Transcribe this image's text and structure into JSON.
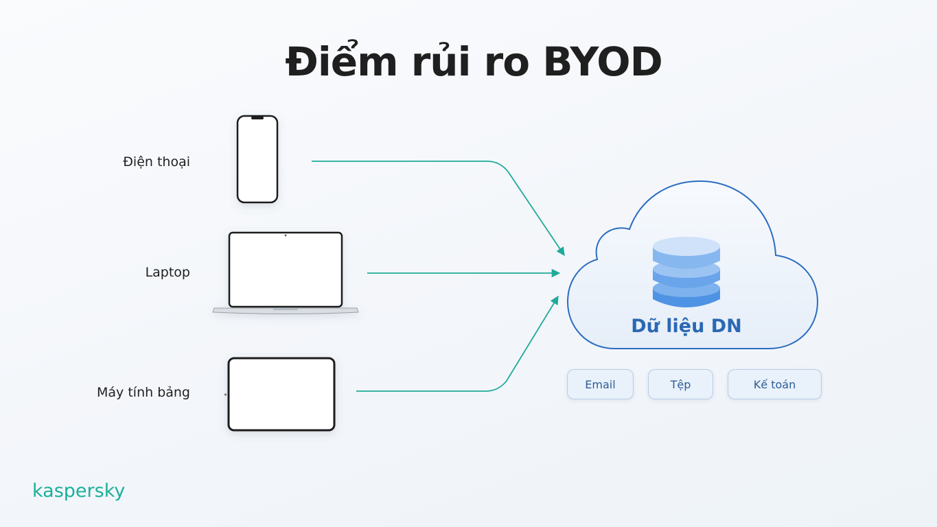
{
  "title": "Điểm rủi ro BYOD",
  "devices": [
    {
      "label": "Điện thoại",
      "icon": "smartphone-icon"
    },
    {
      "label": "Laptop",
      "icon": "laptop-icon"
    },
    {
      "label": "Máy tính bảng",
      "icon": "tablet-icon"
    }
  ],
  "cloud": {
    "label": "Dữ liệu DN",
    "icon": "database-icon"
  },
  "data_items": [
    "Email",
    "Tệp",
    "Kế toán"
  ],
  "brand": "kaspersky",
  "colors": {
    "arrow": "#1faa9a",
    "cloud_outline": "#2a6cc0",
    "brand": "#1bb09a",
    "database": "#4a90e2"
  }
}
